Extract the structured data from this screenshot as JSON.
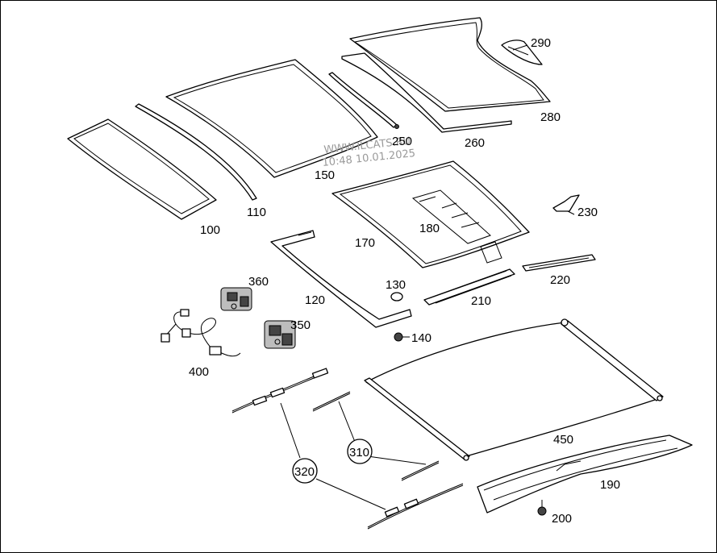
{
  "watermark": {
    "line1": "WWW.ILCATS.RU",
    "line2": "10:48 10.01.2025"
  },
  "parts": {
    "p100": "100",
    "p110": "110",
    "p120": "120",
    "p130": "130",
    "p140": "140",
    "p150": "150",
    "p170": "170",
    "p180": "180",
    "p190": "190",
    "p200": "200",
    "p210": "210",
    "p220": "220",
    "p230": "230",
    "p250": "250",
    "p260": "260",
    "p280": "280",
    "p290": "290",
    "p310": "310",
    "p320": "320",
    "p350": "350",
    "p360": "360",
    "p400": "400",
    "p450": "450"
  }
}
